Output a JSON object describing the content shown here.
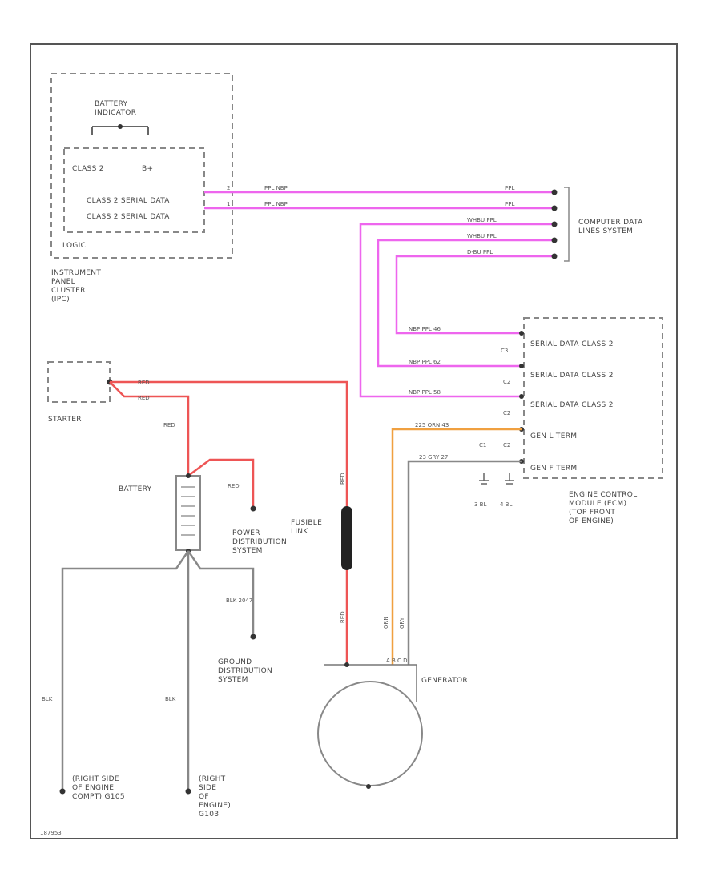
{
  "components": {
    "battery_indicator": "BATTERY INDICATOR",
    "ipc_class2": "CLASS 2",
    "ipc_b_plus": "B+",
    "ipc_serial_1": "CLASS 2 SERIAL DATA",
    "ipc_serial_2": "CLASS 2 SERIAL DATA",
    "ipc_logic": "LOGIC",
    "ipc_name": "INSTRUMENT PANEL CLUSTER (IPC)",
    "computer_data": "COMPUTER DATA LINES SYSTEM",
    "starter": "STARTER",
    "battery": "BATTERY",
    "power_dist": "POWER DISTRIBUTION SYSTEM",
    "ground_dist": "GROUND DISTRIBUTION SYSTEM",
    "fusible_link": "FUSIBLE LINK",
    "generator": "GENERATOR",
    "ecm_name": "ENGINE CONTROL MODULE (ECM) (TOP FRONT OF ENGINE)",
    "ecm_serial_1": "SERIAL DATA CLASS 2",
    "ecm_serial_2": "SERIAL DATA CLASS 2",
    "ecm_serial_3": "SERIAL DATA CLASS 2",
    "ecm_genl": "GEN L TERM",
    "ecm_genf": "GEN F TERM",
    "ground_1": "(RIGHT SIDE OF ENGINE COMPT) G105",
    "ground_2": "(RIGHT SIDE OF ENGINE) G103",
    "figure_id": "187953"
  },
  "wire_labels": {
    "ipc_w1": "2",
    "ipc_w1_colors": "PPL NBP",
    "ipc_w2": "1",
    "ipc_w2_colors": "PPL NBP",
    "data_right_1": "PPL",
    "data_right_2": "PPL",
    "data_right_3": "WHBU PPL",
    "data_right_4": "WHBU PPL",
    "data_right_5": "D-BU PPL",
    "ecm_w1": "NBP PPL 46",
    "ecm_w2": "NBP PPL 62",
    "ecm_w3": "NBP PPL 58",
    "c3_1": "C3",
    "c3_2": "C2",
    "c3_3": "C2",
    "c1": "C1",
    "c2": "C2",
    "genl": "225 ORN 43",
    "genf": "23 GRY 27",
    "red_1": "RED",
    "red_2": "RED",
    "red_3": "RED",
    "red_4": "RED",
    "fl_top": "RED",
    "fl_bot": "RED",
    "blk_1": "BLK",
    "blk_2": "BLK",
    "blk_gnd": "BLK 2047",
    "gen_orn": "ORN",
    "gen_gry": "GRY",
    "gen_pins": "A  B  C  D",
    "gnd_ecm_1": "3 BL",
    "gnd_ecm_2": "4 BL"
  }
}
